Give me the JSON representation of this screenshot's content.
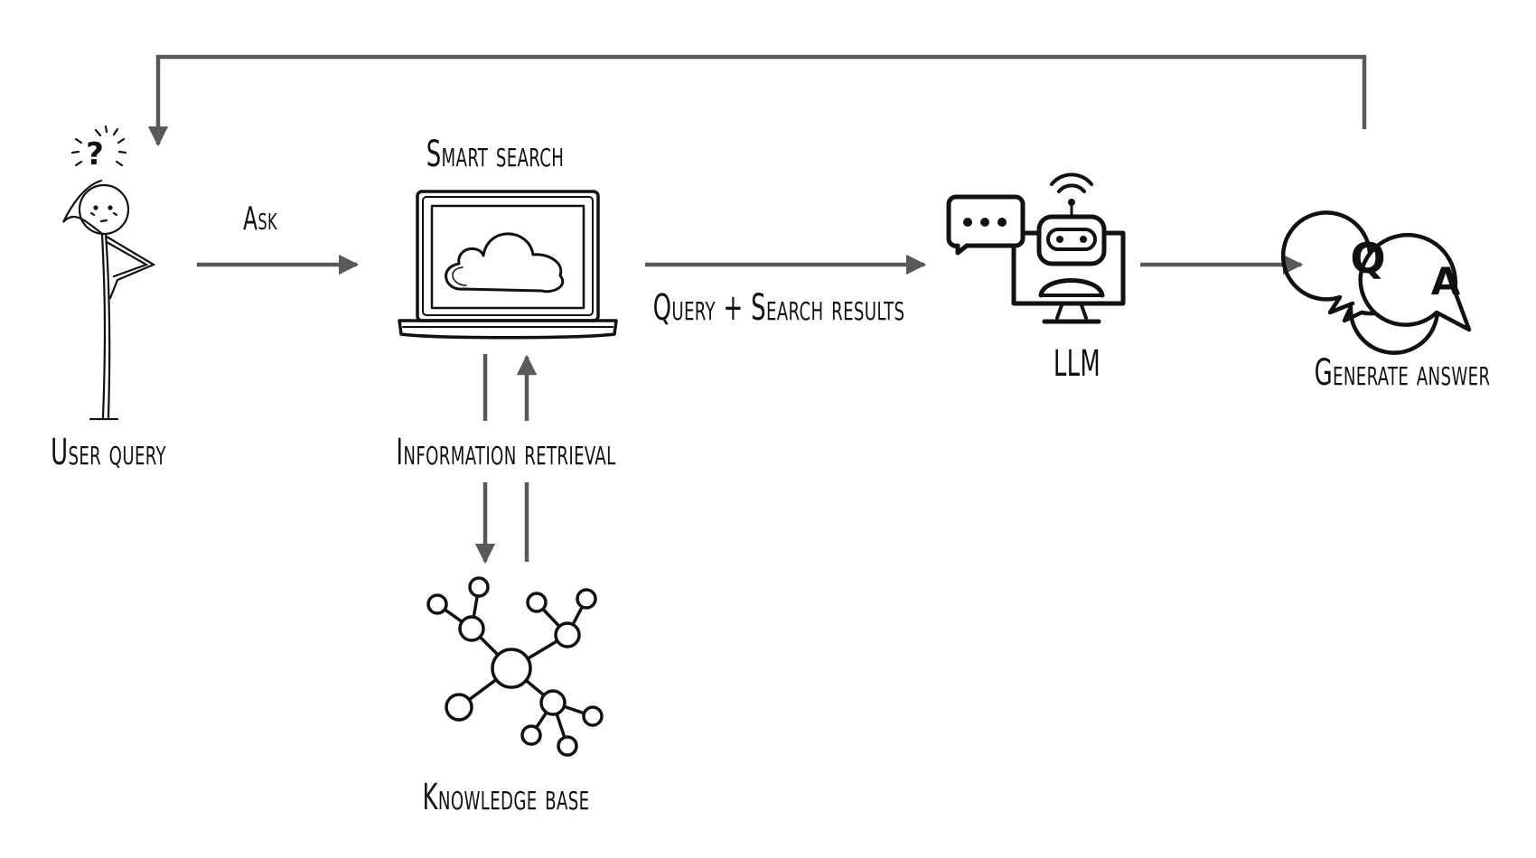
{
  "colors": {
    "arrow": "#595959",
    "ink": "#111111",
    "background": "#ffffff"
  },
  "nodes": {
    "user": {
      "label": "User query",
      "icon": "confused-stick-figure-icon"
    },
    "search": {
      "label": "Smart search",
      "icon": "laptop-cloud-icon"
    },
    "llm": {
      "label": "LLM",
      "icon": "chatbot-monitor-icon"
    },
    "answer": {
      "label": "Generate answer",
      "icon": "qa-speech-bubbles-icon"
    },
    "kb": {
      "label": "Knowledge base",
      "icon": "network-graph-icon"
    }
  },
  "edges": {
    "ask": {
      "label": "Ask"
    },
    "query_results": {
      "label": "Query + Search results"
    },
    "retrieval": {
      "label": "Information retrieval"
    }
  },
  "icon_text": {
    "question_mark": "?",
    "q_letter": "Q",
    "a_letter": "A"
  }
}
